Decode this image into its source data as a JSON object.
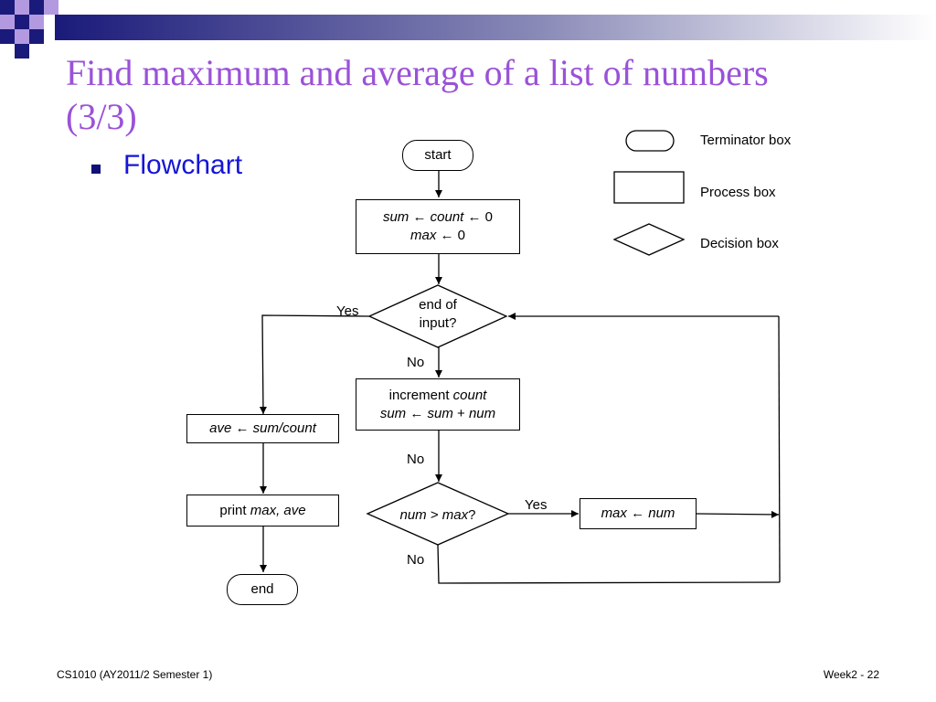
{
  "slide": {
    "title_line1": "Find maximum and average of a list of numbers",
    "title_line2": "(3/3)",
    "bullet": "Flowchart"
  },
  "legend": {
    "terminator": "Terminator box",
    "process": "Process box",
    "decision": "Decision box"
  },
  "nodes": {
    "start": "start",
    "init": {
      "l1_a": "sum",
      "l1_b": " ← ",
      "l1_c": "count",
      "l1_d": " ← 0",
      "l2_a": "max",
      "l2_b": " ← 0"
    },
    "end_input": {
      "l1": "end of",
      "l2": "input?"
    },
    "increment": {
      "l1_a": "increment ",
      "l1_b": "count",
      "l2_a": "sum",
      "l2_b": " ← ",
      "l2_c": "sum",
      "l2_d": " + ",
      "l2_e": "num"
    },
    "avg": {
      "a": "ave",
      "b": " ← ",
      "c": "sum/count"
    },
    "print": {
      "a": "print ",
      "b": "max, ave"
    },
    "end": "end",
    "compare": {
      "a": "num",
      "b": " > ",
      "c": "max",
      "d": "?"
    },
    "assign_max": {
      "a": "max",
      "b": " ← ",
      "c": "num"
    }
  },
  "edge_labels": {
    "yes_end": "Yes",
    "no_end": "No",
    "no_mid": "No",
    "yes_compare": "Yes",
    "no_compare": "No"
  },
  "footer": {
    "left": "CS1010 (AY2011/2 Semester 1)",
    "right": "Week2 - 22"
  },
  "colors": {
    "title": "#9a52d8",
    "bullet_text": "#1515d6",
    "bullet_square": "#10107a",
    "band_dark": "#1a1a7a"
  }
}
